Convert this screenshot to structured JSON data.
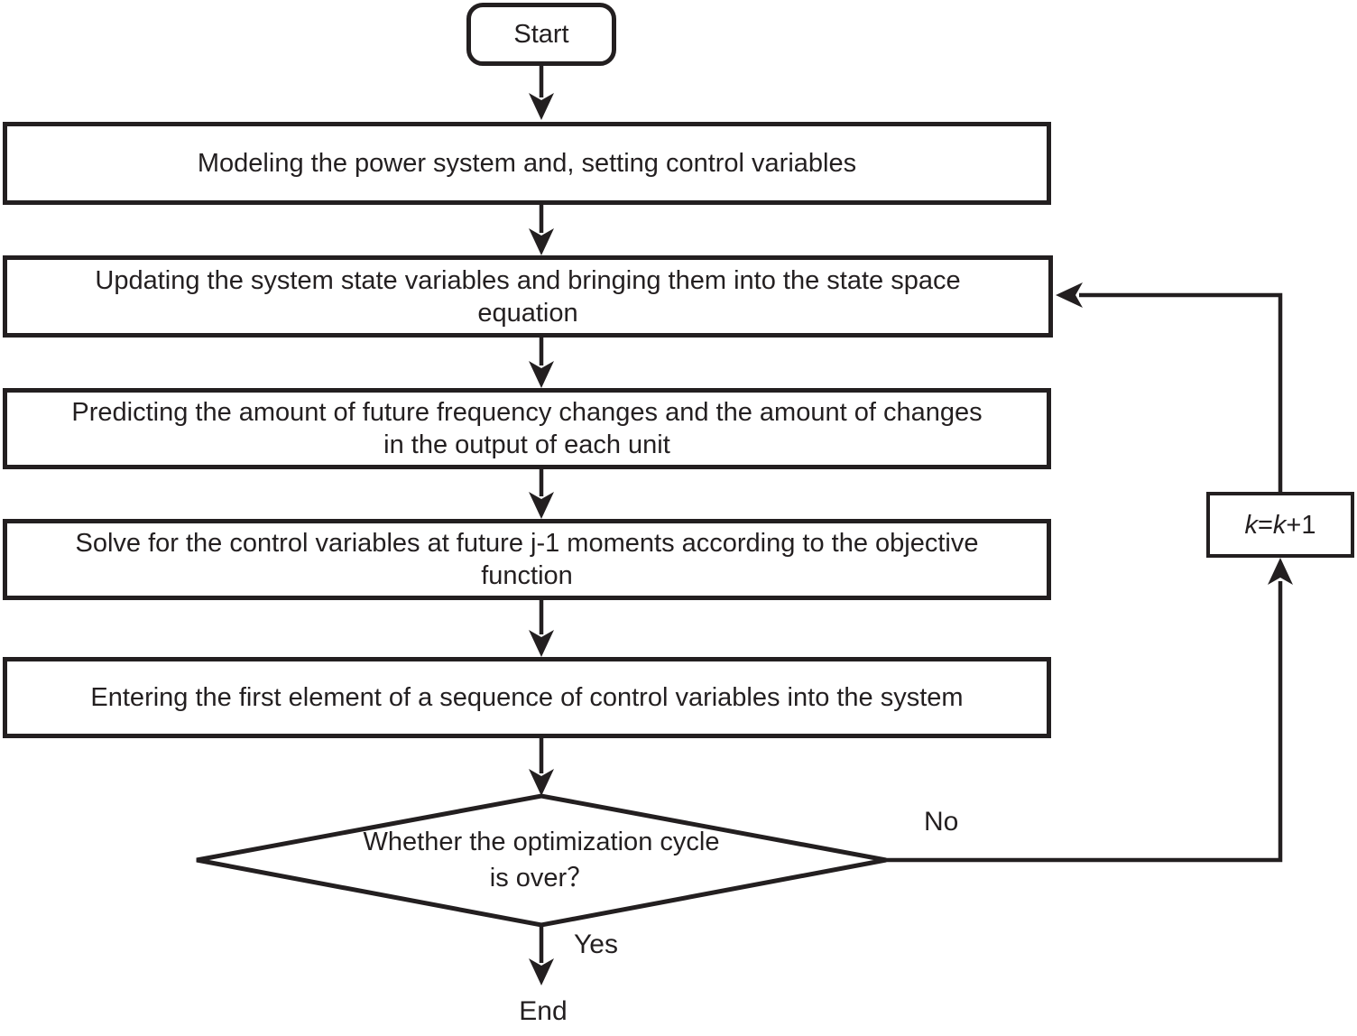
{
  "flowchart": {
    "start": {
      "label": "Start"
    },
    "process_boxes": [
      {
        "name": "modeling",
        "lines": [
          "Modeling the power system and, setting control variables"
        ]
      },
      {
        "name": "updating",
        "lines": [
          "Updating the system state variables and bringing them into the state space",
          "equation"
        ]
      },
      {
        "name": "predicting",
        "lines": [
          "Predicting the amount of future frequency changes and the amount of changes",
          "in the output of each unit"
        ]
      },
      {
        "name": "solving",
        "lines": [
          "Solve for the control variables at future j-1 moments according to the objective",
          "function"
        ]
      },
      {
        "name": "entering",
        "lines": [
          "Entering the first element of a sequence of control variables into the system"
        ]
      }
    ],
    "decision": {
      "lines": [
        "Whether the optimization cycle",
        "is over？"
      ]
    },
    "branches": {
      "yes": "Yes",
      "no": "No"
    },
    "counter": {
      "k1": "k",
      "eq": "=",
      "k2": "k",
      "inc": "+1"
    },
    "end": {
      "label": "End"
    },
    "colors": {
      "ink": "#231f20",
      "background": "#ffffff"
    }
  }
}
